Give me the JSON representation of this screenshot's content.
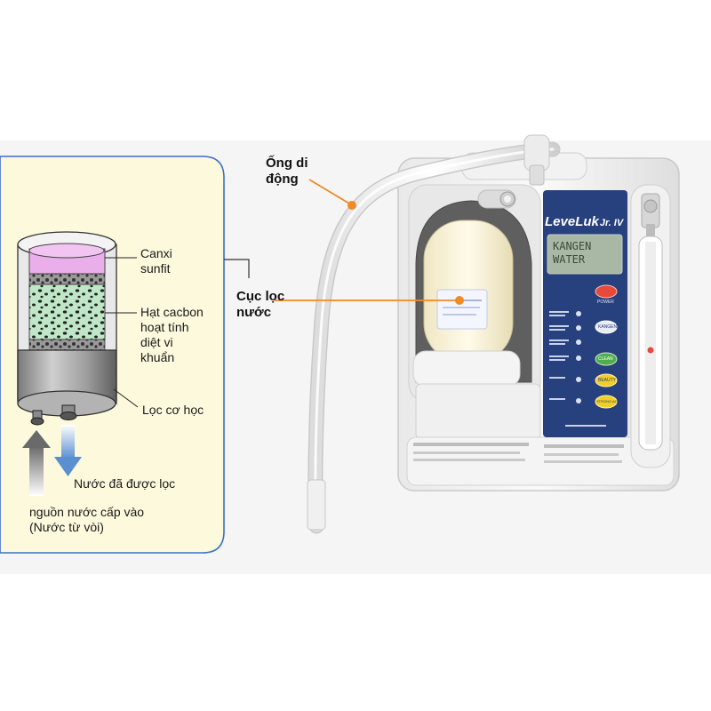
{
  "diagram": {
    "cartridge_labels": {
      "calcium_sulfite": [
        "Canxi",
        "sunfit"
      ],
      "activated_carbon": [
        "Hạt cacbon",
        "hoạt tính",
        "diệt vi",
        "khuẩn"
      ],
      "mechanical_filter": "Lọc cơ học",
      "filtered_water": "Nước đã được lọc",
      "source_water": [
        "nguồn nước cấp vào",
        "(Nước từ vòi)"
      ]
    },
    "machine_labels": {
      "movable_hose": [
        "Ống di",
        "động"
      ],
      "filter_unit": [
        "Cục lọc",
        "nước"
      ]
    },
    "device": {
      "brand": "LeveLuk",
      "model_suffix": "Jr. IV",
      "display_text": [
        "KANGEN",
        "WATER"
      ],
      "button_labels": [
        "POWER",
        "KANGEN",
        "CLEAN",
        "BEAUTY",
        "STRONG ACIDIC"
      ]
    },
    "colors": {
      "panel_bg": "#fcf9dc",
      "panel_border": "#3b6fc9",
      "callout_line": "#f08a24",
      "device_panel": "#27407e"
    }
  }
}
